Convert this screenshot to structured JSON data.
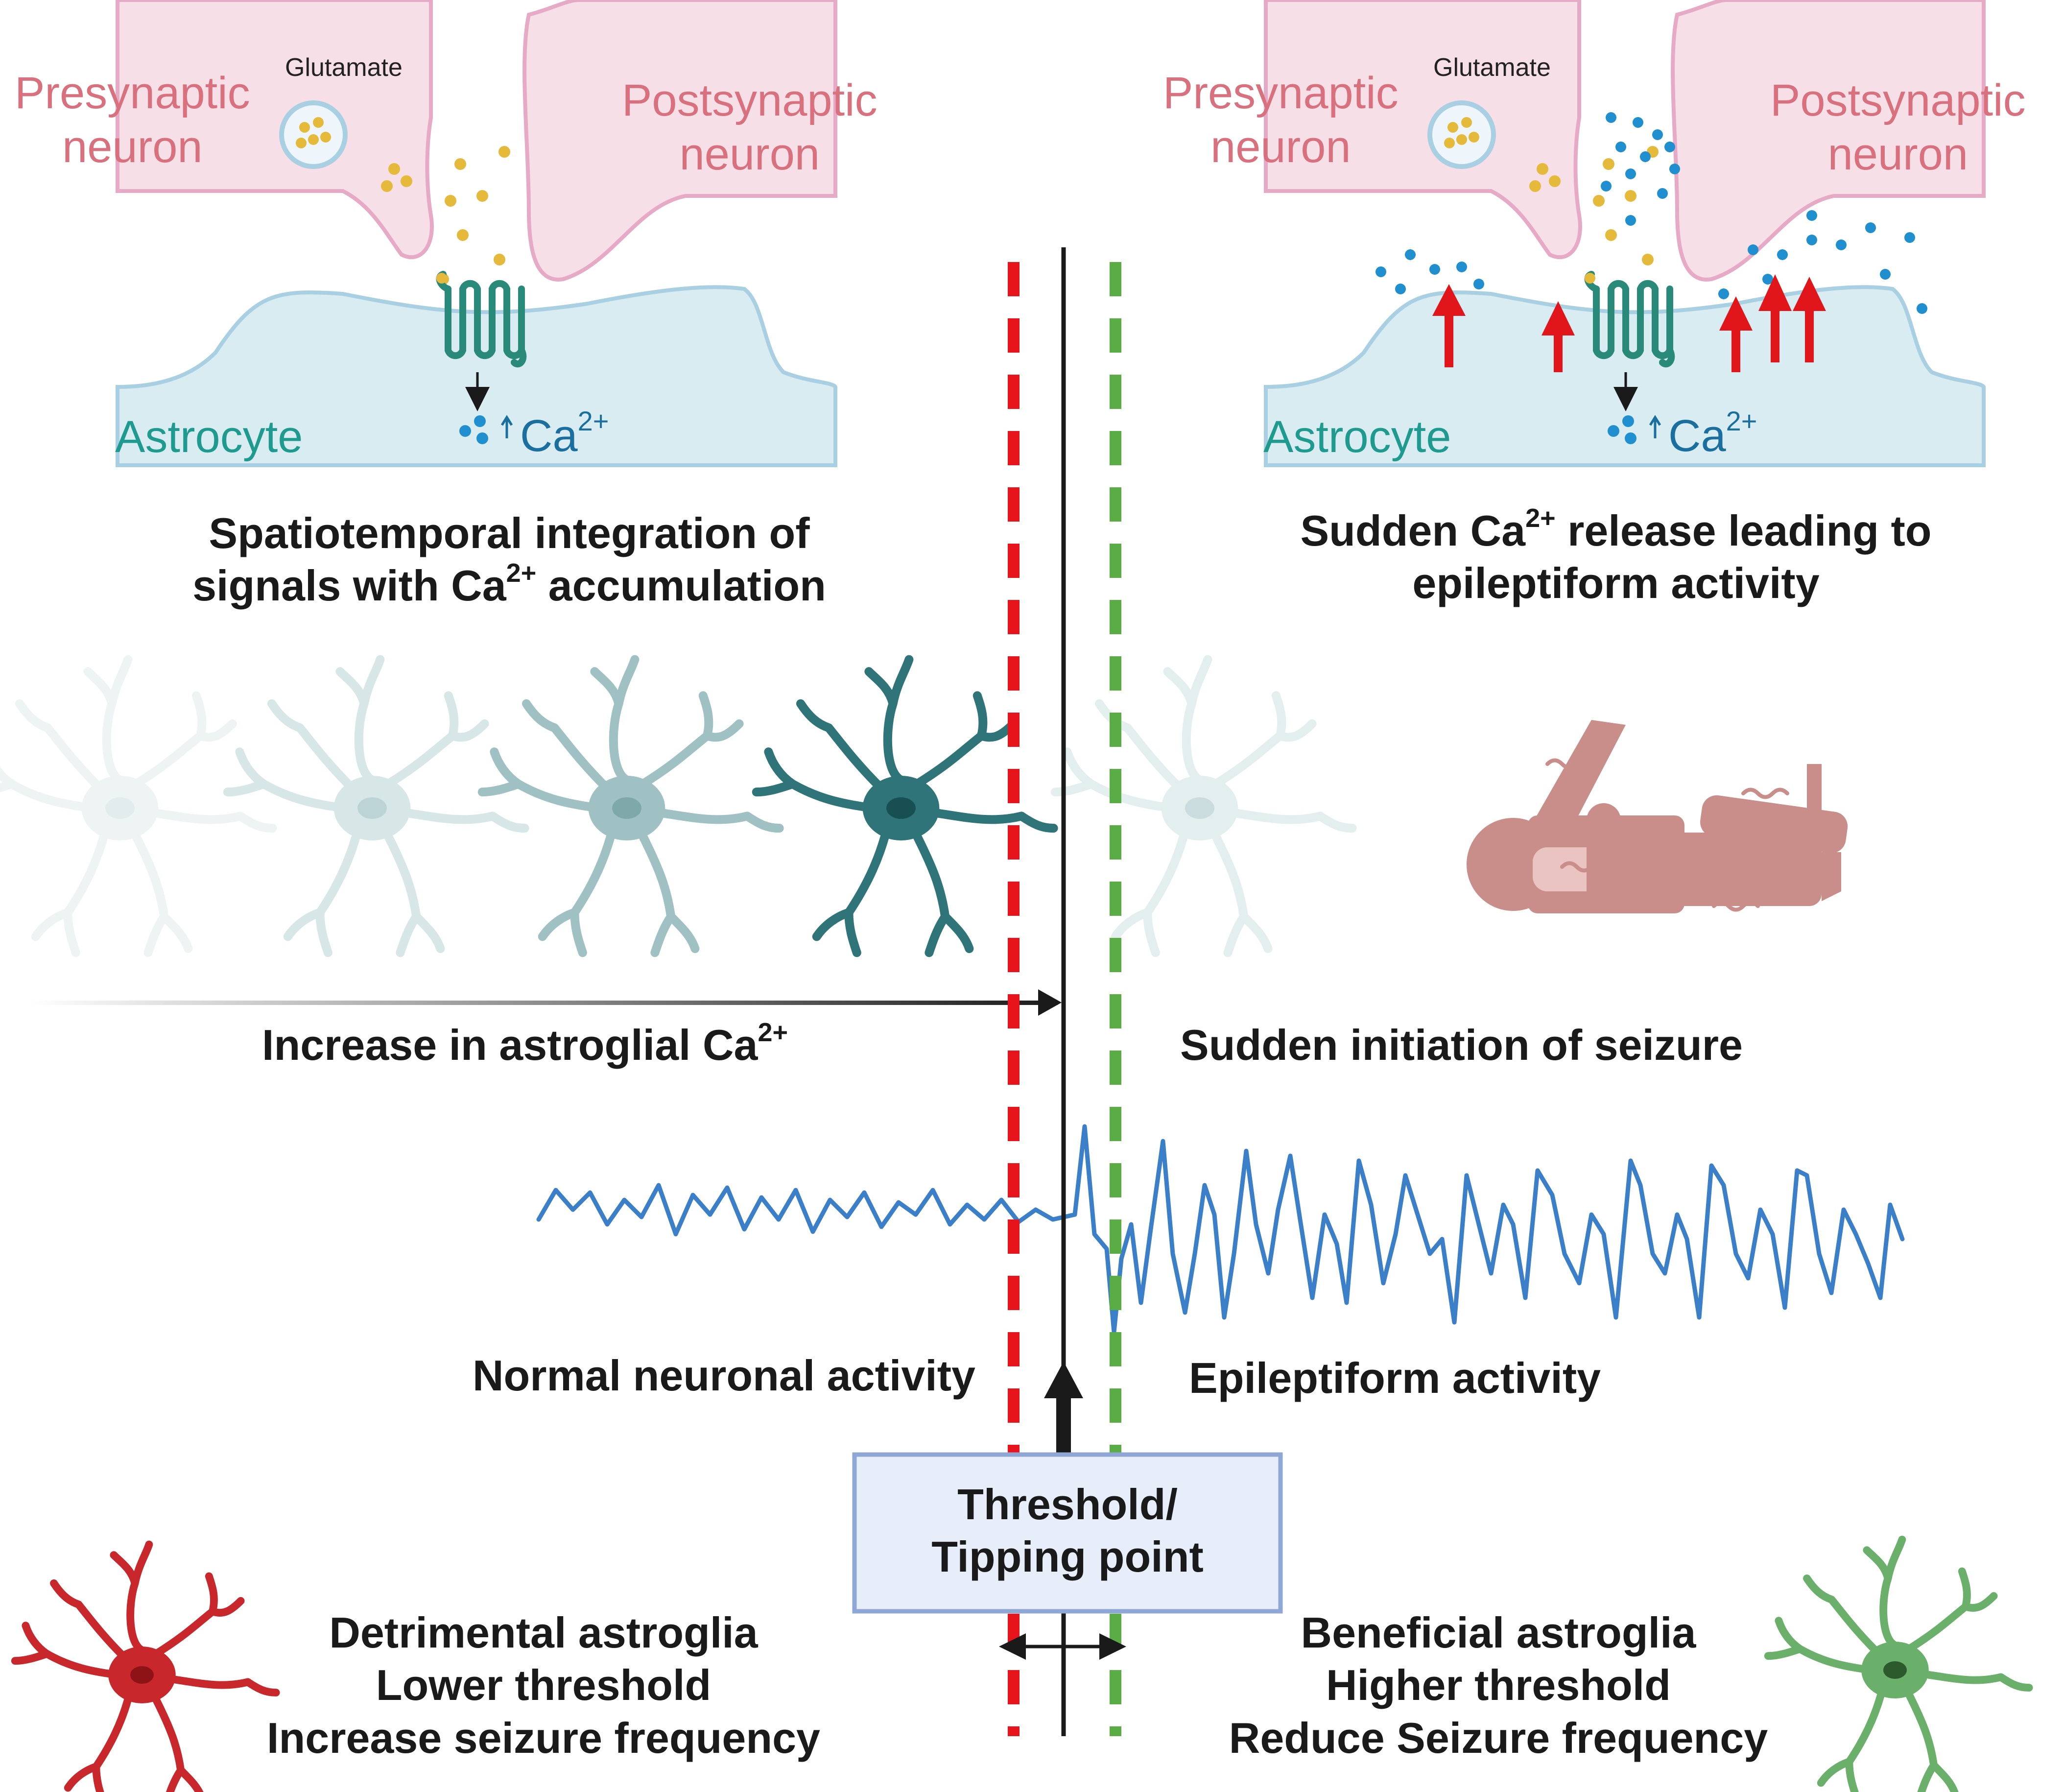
{
  "synapse_left": {
    "presynaptic": "Presynaptic\nneuron",
    "postsynaptic": "Postsynaptic\nneuron",
    "glutamate": "Glutamate",
    "astrocyte": "Astrocyte",
    "ca": "Ca",
    "ca_sup": "2+"
  },
  "synapse_right": {
    "presynaptic": "Presynaptic\nneuron",
    "postsynaptic": "Postsynaptic\nneuron",
    "glutamate": "Glutamate",
    "astrocyte": "Astrocyte",
    "ca": "Ca",
    "ca_sup": "2+"
  },
  "captions": {
    "left_line1_pre": "Spatiotemporal integration of",
    "left_line2_pre": "signals with Ca",
    "left_line2_sup": "2+",
    "left_line2_post": " accumulation",
    "right_line1_pre": "Sudden Ca",
    "right_line1_sup": "2+",
    "right_line1_post": " release leading to",
    "right_line2": "epileptiform activity",
    "increase_pre": "Increase in astroglial Ca",
    "increase_sup": "2+",
    "sudden_initiation": "Sudden initiation of seizure",
    "normal_activity": "Normal neuronal activity",
    "epileptiform_activity": "Epileptiform activity"
  },
  "threshold_box": {
    "line1": "Threshold/",
    "line2": "Tipping point"
  },
  "detrimental": {
    "line1": "Detrimental astroglia",
    "line2": "Lower threshold",
    "line3": "Increase seizure frequency"
  },
  "beneficial": {
    "line1": "Beneficial astroglia",
    "line2": "Higher threshold",
    "line3": "Reduce Seizure frequency"
  },
  "colors": {
    "neuron_fill": "#f7dfe8",
    "neuron_stroke": "#e6a9c6",
    "neuron_text": "#d9707e",
    "astro_fill": "#d8ecf2",
    "astro_stroke": "#a9cfe2",
    "astro_text": "#1f9a8e",
    "receptor": "#2a8a7a",
    "glutamate": "#e5b93a",
    "calcium": "#1f8fd0",
    "red_arrow": "#e0161b",
    "red_dashed": "#e8141c",
    "green_dashed": "#5aac44",
    "trace": "#3a7fc8",
    "detrimental_astrocyte": "#c8272b",
    "beneficial_astrocyte": "#6ab06a",
    "patient": "#c98e8a",
    "threshold_box_fill": "#e7edf9",
    "threshold_box_stroke": "#8fa7d4"
  }
}
